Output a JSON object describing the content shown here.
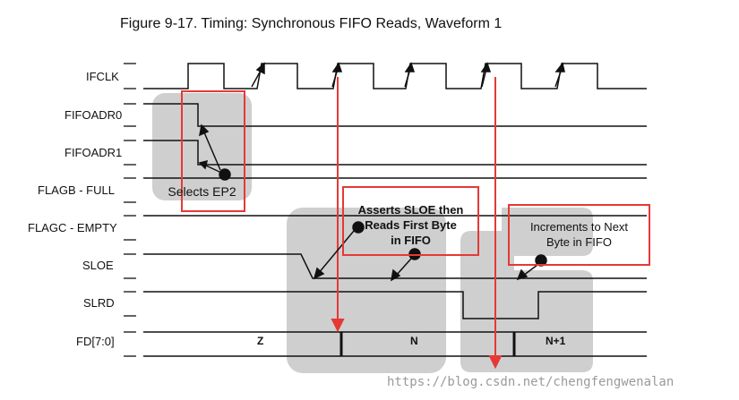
{
  "title": "Figure 9-17.  Timing: Synchronous FIFO Reads, Waveform 1",
  "signals": {
    "ifclk": "IFCLK",
    "fifoadr0": "FIFOADR0",
    "fifoadr1": "FIFOADR1",
    "flagb": "FLAGB - FULL",
    "flagc": "FLAGC - EMPTY",
    "sloe": "SLOE",
    "slrd": "SLRD",
    "fd": "FD[7:0]"
  },
  "annotations": {
    "selects_ep2": "Selects EP2",
    "asserts_sloe_1": "Asserts SLOE then",
    "asserts_sloe_2": "Reads First Byte",
    "asserts_sloe_3": "in FIFO",
    "increments_1": "Increments to Next",
    "increments_2": "Byte in FIFO"
  },
  "fd_values": {
    "z": "Z",
    "n": "N",
    "n_plus_1": "N+1"
  },
  "watermark": "https://blog.csdn.net/chengfengwenalan",
  "colors": {
    "highlight_box": "#e53935",
    "shade": "#cfcfcf",
    "line": "#111111"
  }
}
